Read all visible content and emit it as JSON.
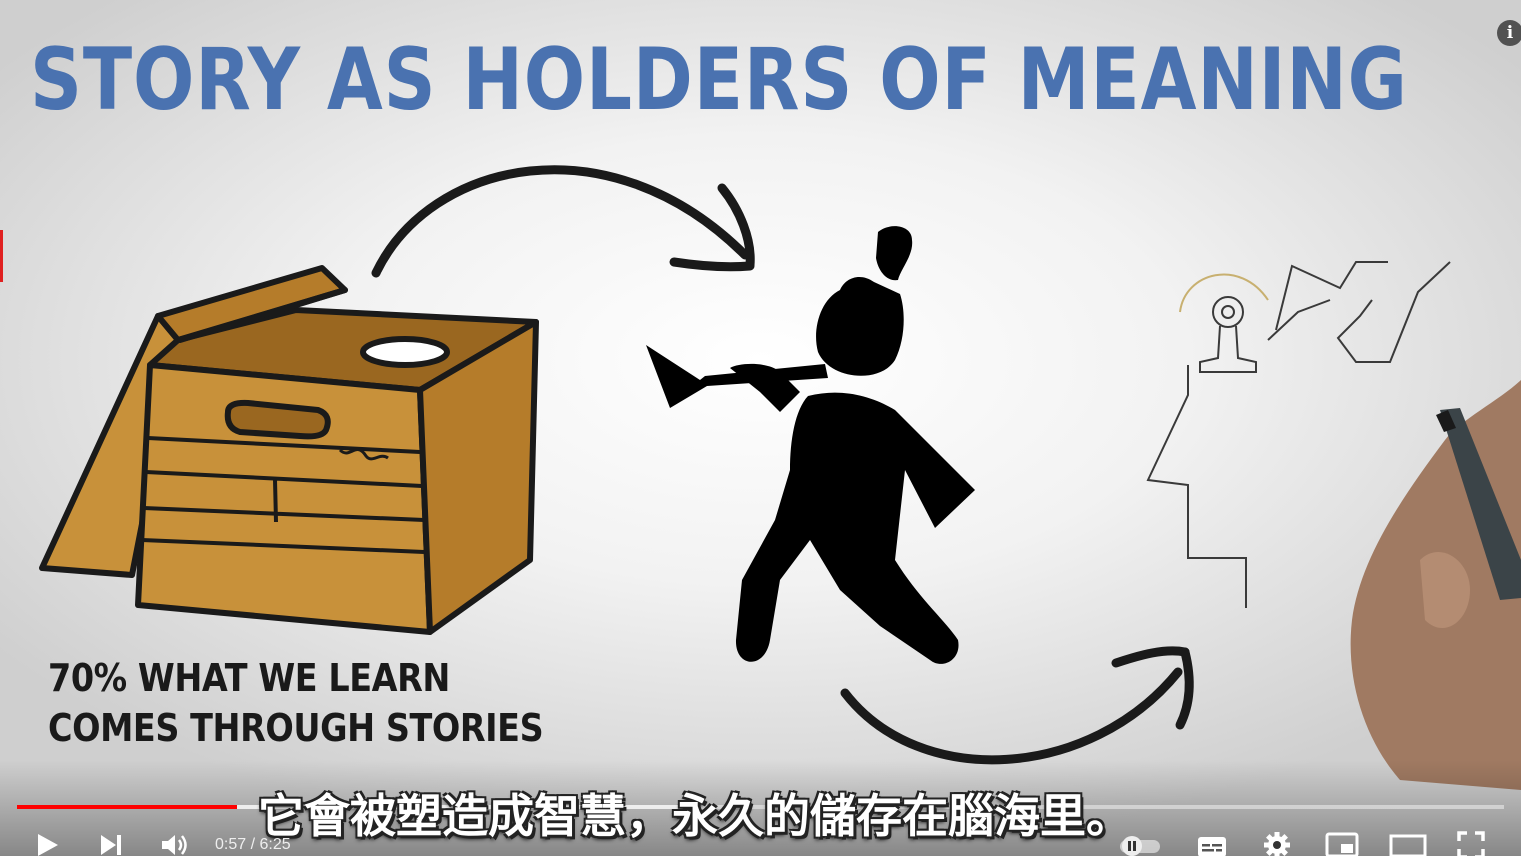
{
  "video": {
    "title_text": "STORY AS HOLDERS OF MEANING",
    "caption_line1": "70% WHAT WE LEARN",
    "caption_line2": "COMES THROUGH STORIES",
    "subtitle": "它會被塑造成智慧，永久的儲存在腦海里。"
  },
  "player": {
    "info_icon": "i",
    "current_time": "0:57",
    "time_separator": " / ",
    "duration": "6:25",
    "progress_fraction": 0.148,
    "buffered_fraction": 0.46,
    "progress_color": "#ff0000",
    "icons": [
      "play-icon",
      "next-icon",
      "volume-icon",
      "autoplay-toggle-icon",
      "subtitles-icon",
      "settings-icon",
      "miniplayer-icon",
      "theater-mode-icon",
      "fullscreen-icon"
    ]
  },
  "colors": {
    "title_blue": "#4a72b0",
    "box_brown": "#c8913a"
  }
}
